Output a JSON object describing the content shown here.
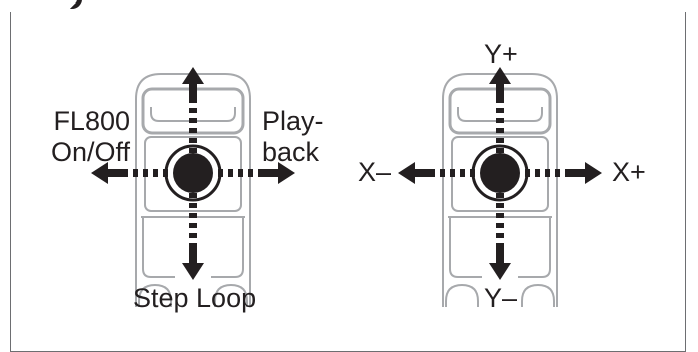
{
  "left_joystick": {
    "labels": {
      "top_left_line1": "FL800",
      "top_left_line2": "On/Off",
      "top_right_line1": "Play-",
      "top_right_line2": "back",
      "bottom": "Step Loop"
    }
  },
  "right_joystick": {
    "labels": {
      "up": "Y+",
      "down": "Y–",
      "left": "X–",
      "right": "X+"
    }
  },
  "colors": {
    "ink": "#231f20",
    "outline": "#6d6e71",
    "background": "#ffffff"
  }
}
